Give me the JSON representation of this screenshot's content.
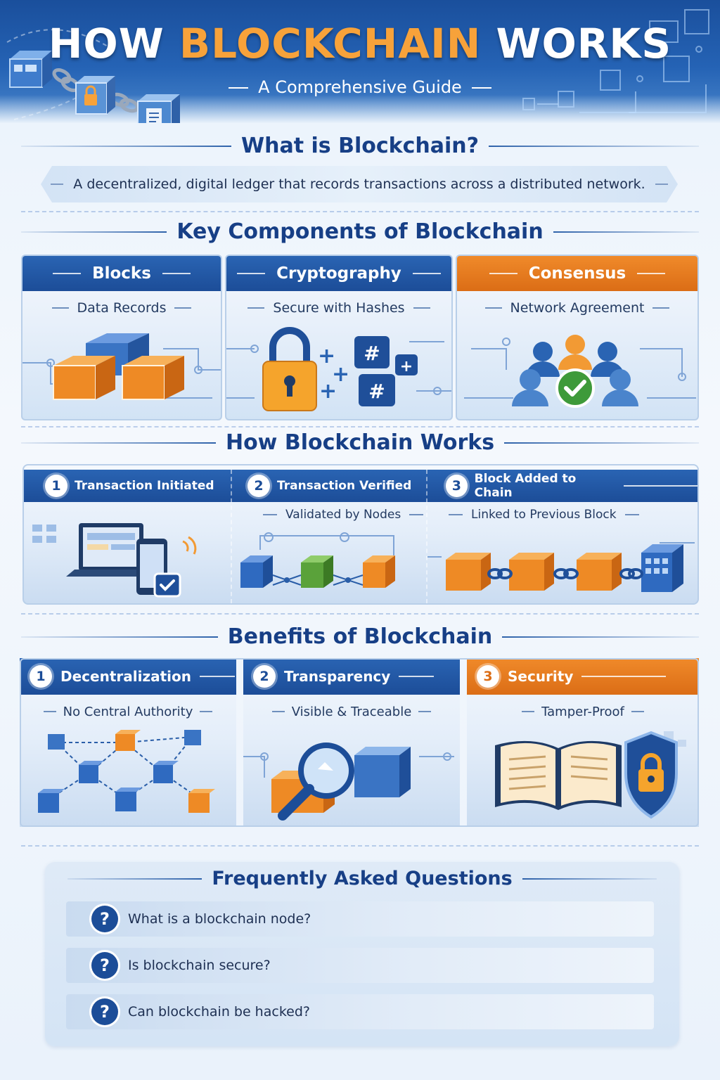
{
  "header": {
    "title_part1": "HOW ",
    "title_accent": "BLOCKCHAIN",
    "title_part2": " WORKS",
    "subtitle": "A Comprehensive Guide"
  },
  "what_is": {
    "heading": "What is Blockchain?",
    "definition": "A decentralized, digital ledger that records transactions across a distributed network."
  },
  "components": {
    "heading": "Key Components of Blockchain",
    "cards": [
      {
        "title": "Blocks",
        "subtitle": "Data Records",
        "icon": "cubes-icon"
      },
      {
        "title": "Cryptography",
        "subtitle": "Secure with Hashes",
        "icon": "padlock-hash-icon"
      },
      {
        "title": "Consensus",
        "subtitle": "Network Agreement",
        "icon": "people-check-icon"
      }
    ]
  },
  "how_works": {
    "heading": "How Blockchain Works",
    "steps": [
      {
        "number": "1",
        "title": "Transaction Initiated",
        "subtitle": "",
        "icon": "laptop-phone-icon"
      },
      {
        "number": "2",
        "title": "Transaction Verified",
        "subtitle": "Validated by Nodes",
        "icon": "nodes-cubes-icon"
      },
      {
        "number": "3",
        "title": "Block Added to Chain",
        "subtitle": "Linked to Previous Block",
        "icon": "chained-blocks-icon"
      }
    ]
  },
  "benefits": {
    "heading": "Benefits of Blockchain",
    "items": [
      {
        "number": "1",
        "title": "Decentralization",
        "subtitle": "No Central Authority",
        "icon": "network-icon"
      },
      {
        "number": "2",
        "title": "Transparency",
        "subtitle": "Visible & Traceable",
        "icon": "magnifier-icon"
      },
      {
        "number": "3",
        "title": "Security",
        "subtitle": "Tamper-Proof",
        "icon": "shield-lock-icon"
      }
    ]
  },
  "faq": {
    "heading": "Frequently Asked Questions",
    "items": [
      {
        "icon": "?",
        "question": "What is a blockchain node?"
      },
      {
        "icon": "?",
        "question": "Is blockchain secure?"
      },
      {
        "icon": "?",
        "question": "Can blockchain be hacked?"
      }
    ]
  },
  "colors": {
    "primary_blue": "#1c4d98",
    "accent_orange": "#f08a2a",
    "heading_blue": "#173f86",
    "background": "#e9f2fb"
  }
}
